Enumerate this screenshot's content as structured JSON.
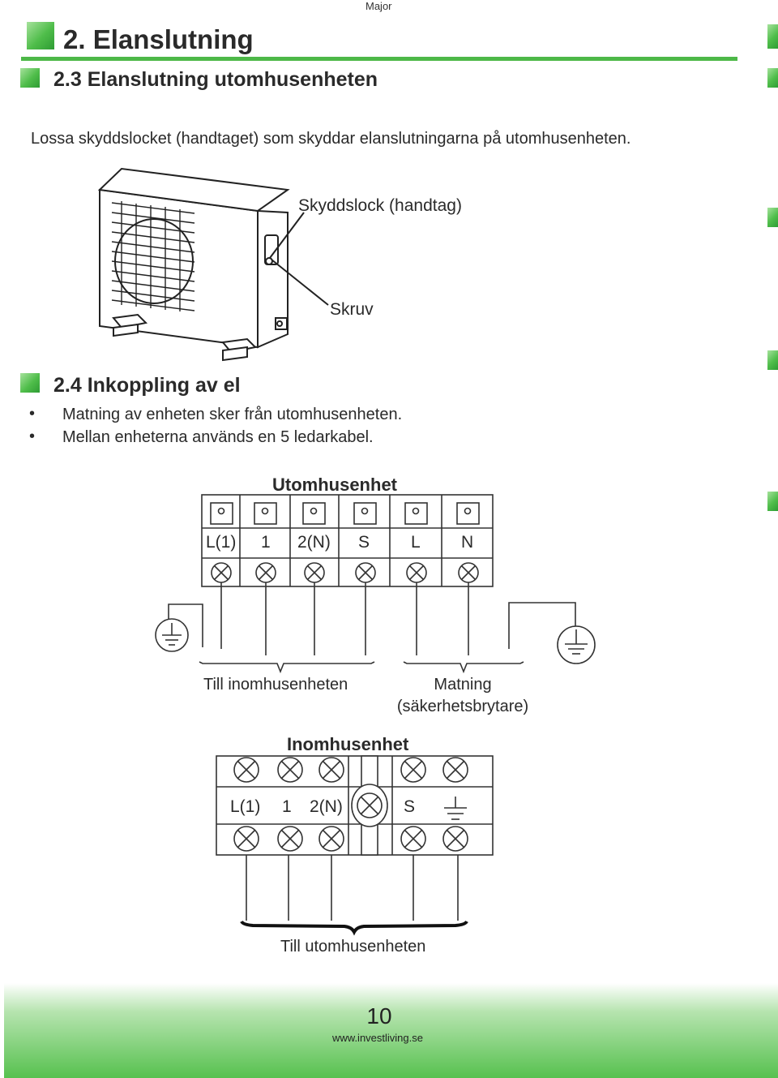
{
  "header": {
    "brand": "Major"
  },
  "section": {
    "title": "2. Elanslutning"
  },
  "sub1": {
    "title": "2.3 Elanslutning utomhusenheten",
    "text": "Lossa skyddslocket (handtaget) som skyddar elanslutningarna på utomhusenheten.",
    "figure": {
      "label_cover": "Skyddslock (handtag)",
      "label_screw": "Skruv"
    }
  },
  "sub2": {
    "title": "2.4 Inkoppling av el",
    "bullets": [
      "Matning av enheten sker från utomhusenheten.",
      "Mellan enheterna används en 5 ledarkabel."
    ]
  },
  "outdoor": {
    "title": "Utomhusenhet",
    "terminals": [
      "L(1)",
      "1",
      "2(N)",
      "S",
      "L",
      "N"
    ],
    "label_indoor": "Till inomhusenheten",
    "label_supply_1": "Matning",
    "label_supply_2": "(säkerhetsbrytare)"
  },
  "indoor": {
    "title": "Inomhusenhet",
    "terminals": [
      "L(1)",
      "1",
      "2(N)",
      "S"
    ],
    "label_outdoor": "Till utomhusenheten"
  },
  "footer": {
    "page": "10",
    "url": "www.investliving.se"
  }
}
